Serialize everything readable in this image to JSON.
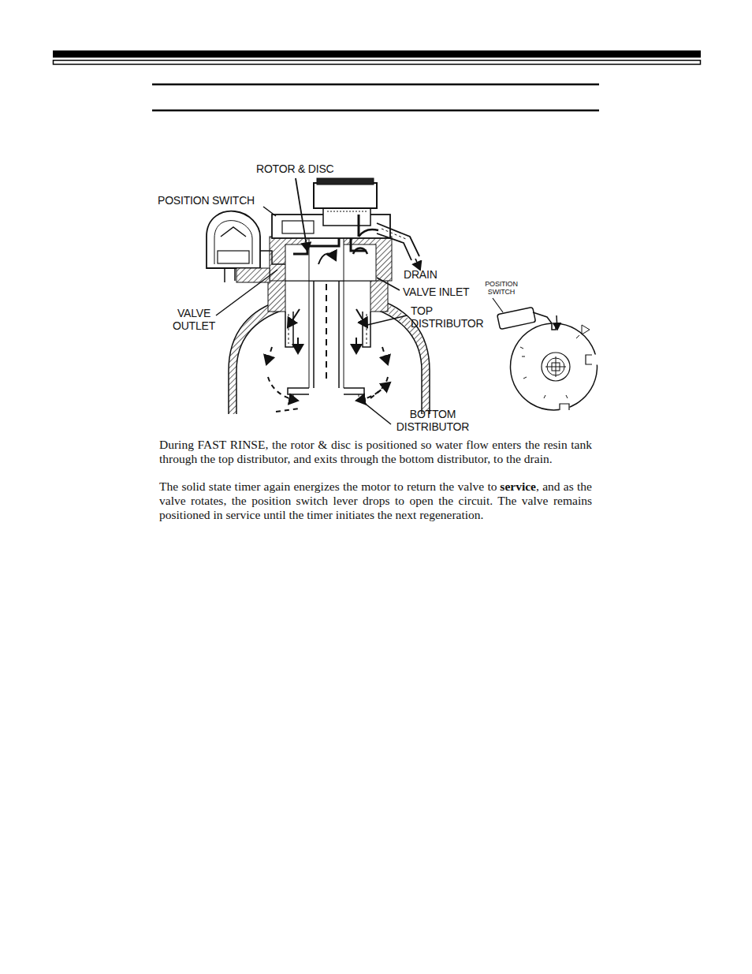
{
  "diagram": {
    "labels": [
      "ROTOR & DISC",
      "POSITION SWITCH",
      "DRAIN",
      "VALVE INLET",
      "VALVE OUTLET",
      "TOP DISTRIBUTOR",
      "POSITION SWITCH",
      "BOTTOM DISTRIBUTOR",
      "During FAST RINSE, the rotor & disc is positioned so water flow enters the resin tank through the top distributor, and exits through the bottom distributor, to the drain.",
      "The solid state timer again energizes the motor to return the valve to",
      "service",
      ", and as the valve rotates, the position switch lever drops to open the circuit. The valve remains positioned in service until the timer initiates the next regeneration."
    ]
  }
}
